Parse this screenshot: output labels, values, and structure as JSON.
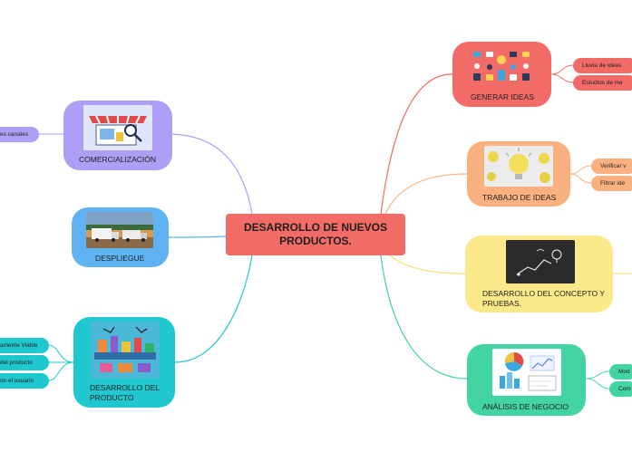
{
  "central": {
    "title": "DESARROLLO DE NUEVOS PRODUCTOS."
  },
  "topics": {
    "generar": {
      "label": "GENERAR IDEAS",
      "color": "#f36b66"
    },
    "trabajo": {
      "label": "TRABAJO DE IDEAS",
      "color": "#fbb17f"
    },
    "concepto": {
      "label": "DESARROLLO DEL CONCEPTO Y PRUEBAS.",
      "color": "#fbe98a"
    },
    "analisis": {
      "label": "ANÁLISIS DE NEGOCIO",
      "color": "#43d4a4"
    },
    "comercializacion": {
      "label": "COMERCIALIZACIÓN",
      "color": "#ae9ef5"
    },
    "despliegue": {
      "label": "DESPLIEGUE",
      "color": "#5fb3f2"
    },
    "desarrollo": {
      "label": "DESARROLLO DEL PRODUCTO",
      "color": "#1fc7cf"
    }
  },
  "subtopics": {
    "lluvia": "Lluvia de ideas",
    "estudios": "Estudios de me",
    "verificar": "Verificar v",
    "filtrar": "Filtrar ide",
    "mod": "Mod",
    "com": "Com",
    "canales": "es canales",
    "viable": "amente Viable",
    "delproducto": "del producto",
    "usuario": "on el usuario"
  },
  "colors": {
    "link_generar": "#f36b66",
    "link_trabajo": "#fbb17f",
    "link_concepto": "#f5e27a",
    "link_analisis": "#43d4a4",
    "link_comercializacion": "#ae9ef5",
    "link_despliegue": "#5fb3f2",
    "link_desarrollo": "#1fc7cf"
  }
}
